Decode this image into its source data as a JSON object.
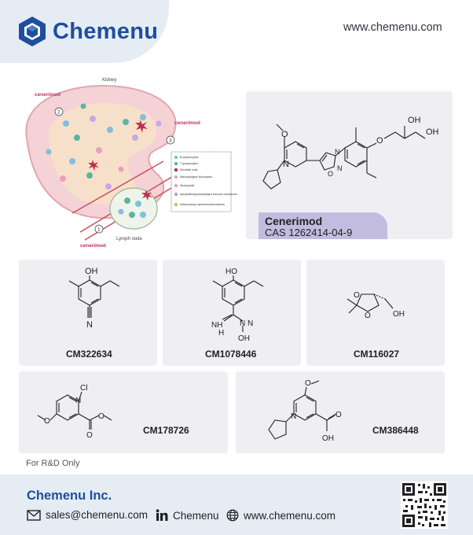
{
  "header": {
    "brand": "Chemenu",
    "website": "www.chemenu.com"
  },
  "diagram": {
    "organ_top": "Kidney",
    "organ_bottom": "Lymph node",
    "drug_label": "cenerimod",
    "steps": [
      "1",
      "2",
      "3"
    ],
    "legend": [
      "B lymphocytes",
      "T lymphocytes",
      "Dendritic cells",
      "Macrophages/ Monocytes",
      "Neutrophils",
      "Autoantibody/autoantigen immune complexes",
      "Inflammatory cytokines/chemokines"
    ]
  },
  "hero": {
    "name": "Cenerimod",
    "cas": "CAS 1262414-04-9",
    "atom_labels": [
      "OH",
      "OH",
      "O",
      "O",
      "N",
      "N",
      "O",
      "N"
    ]
  },
  "products": [
    {
      "code": "CM322634",
      "atoms": [
        "OH",
        "N"
      ]
    },
    {
      "code": "CM1078446",
      "atoms": [
        "HO",
        "NH",
        "H",
        "N",
        "N",
        "OH"
      ]
    },
    {
      "code": "CM116027",
      "atoms": [
        "O",
        "O",
        "OH"
      ]
    },
    {
      "code": "CM178726",
      "atoms": [
        "Cl",
        "N",
        "O",
        "O",
        "O"
      ]
    },
    {
      "code": "CM386448",
      "atoms": [
        "O",
        "N",
        "O",
        "OH"
      ]
    }
  ],
  "footnote": "For R&D Only",
  "footer": {
    "company": "Chemenu Inc.",
    "email": "sales@chemenu.com",
    "linkedin": "Chemenu",
    "website": "www.chemenu.com"
  },
  "colors": {
    "brand_blue": "#1d4f9c",
    "header_bg": "#e6ecf4",
    "card_bg": "#efeff3",
    "hero_label_bg": "#c2bde0",
    "drug_label": "#c0305c"
  }
}
